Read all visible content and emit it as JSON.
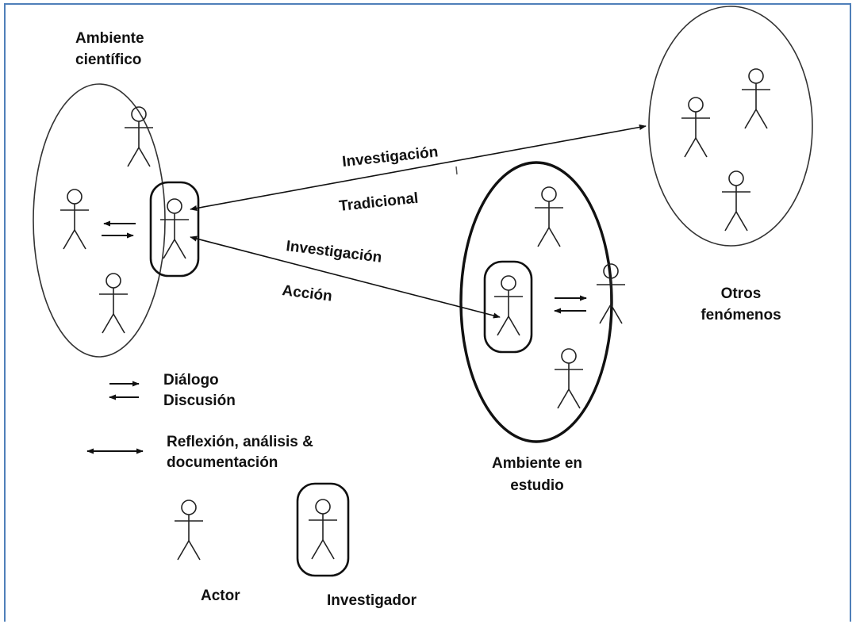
{
  "labels": {
    "ambiente_cientifico_1": "Ambiente",
    "ambiente_cientifico_2": "científico",
    "investigacion_tradicional_1": "Investigación",
    "investigacion_tradicional_2": "Tradicional",
    "investigacion_accion_1": "Investigación",
    "investigacion_accion_2": "Acción",
    "otros_fenomenos_1": "Otros",
    "otros_fenomenos_2": "fenómenos",
    "ambiente_estudio_1": "Ambiente en",
    "ambiente_estudio_2": "estudio"
  },
  "legend": {
    "dialogo": "Diálogo",
    "discusion": "Discusión",
    "reflexion_1": "Reflexión, análisis &",
    "reflexion_2": "documentación",
    "actor": "Actor",
    "investigador": "Investigador"
  },
  "colors": {
    "frame": "#4f7fb9",
    "ink": "#111111"
  }
}
